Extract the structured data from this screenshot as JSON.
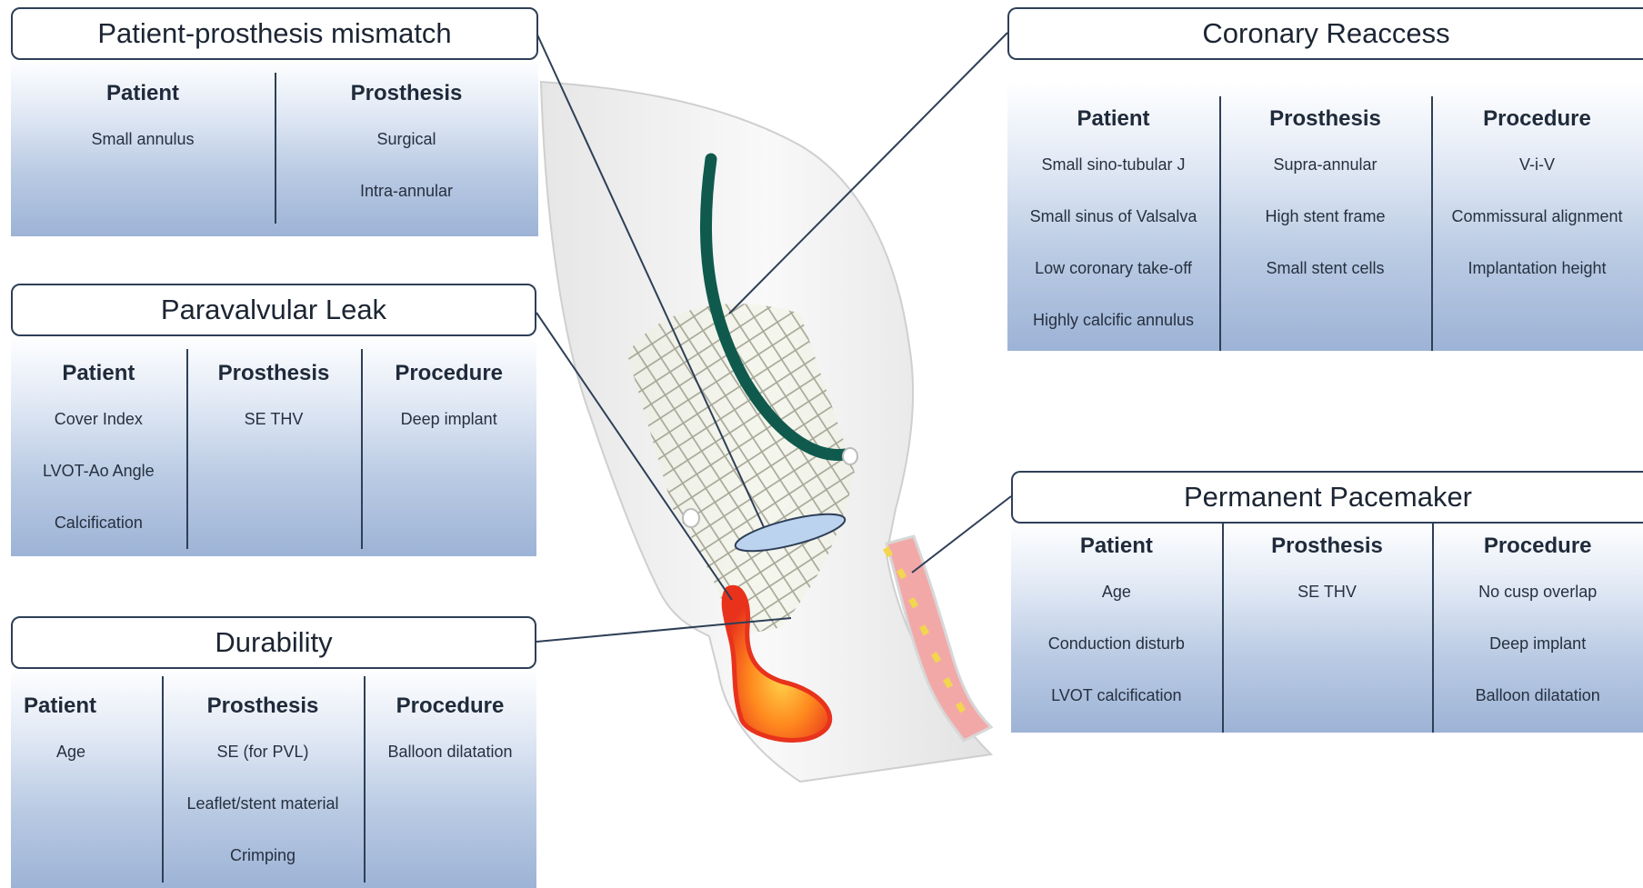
{
  "panels": {
    "ppm": {
      "title": "Patient-prosthesis mismatch",
      "columns": [
        {
          "header": "Patient",
          "items": [
            "Small annulus"
          ]
        },
        {
          "header": "Prosthesis",
          "items": [
            "Surgical",
            "Intra-annular"
          ]
        }
      ]
    },
    "pvl": {
      "title": "Paravalvular Leak",
      "columns": [
        {
          "header": "Patient",
          "items": [
            "Cover Index",
            "LVOT-Ao Angle",
            "Calcification"
          ]
        },
        {
          "header": "Prosthesis",
          "items": [
            "SE THV"
          ]
        },
        {
          "header": "Procedure",
          "items": [
            "Deep implant"
          ]
        }
      ]
    },
    "durability": {
      "title": "Durability",
      "columns": [
        {
          "header": "Patient",
          "items": [
            "Age"
          ]
        },
        {
          "header": "Prosthesis",
          "items": [
            "SE (for PVL)",
            "Leaflet/stent material",
            "Crimping"
          ]
        },
        {
          "header": "Procedure",
          "items": [
            "Balloon dilatation"
          ]
        }
      ]
    },
    "coronary": {
      "title": "Coronary Reaccess",
      "columns": [
        {
          "header": "Patient",
          "items": [
            "Small sino-tubular J",
            "Small sinus of Valsalva",
            "Low coronary take-off",
            "Highly calcific annulus"
          ]
        },
        {
          "header": "Prosthesis",
          "items": [
            "Supra-annular",
            "High stent frame",
            "Small stent cells"
          ]
        },
        {
          "header": "Procedure",
          "items": [
            "V-i-V",
            "Commissural alignment",
            "Implantation height"
          ]
        }
      ]
    },
    "pacemaker": {
      "title": "Permanent Pacemaker",
      "columns": [
        {
          "header": "Patient",
          "items": [
            "Age",
            "Conduction disturb",
            "LVOT calcification"
          ]
        },
        {
          "header": "Prosthesis",
          "items": [
            "SE THV"
          ]
        },
        {
          "header": "Procedure",
          "items": [
            "No cusp overlap",
            "Deep implant",
            "Balloon dilatation"
          ]
        }
      ]
    }
  },
  "colors": {
    "border": "#2e3f57",
    "catheter": "#0f5a4d",
    "leak": "#e8321c",
    "pacing": "#f3a8a8",
    "leaflet": "#bcd3ef"
  }
}
